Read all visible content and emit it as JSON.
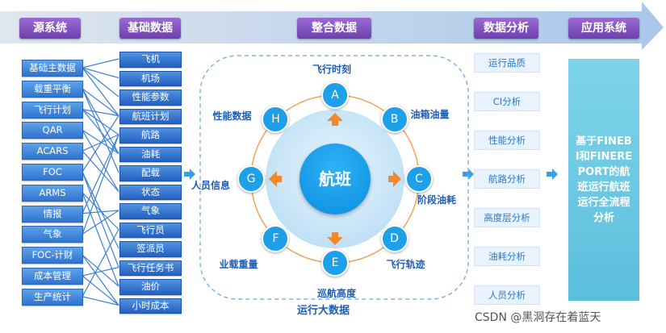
{
  "headers": {
    "source": "源系统",
    "base": "基础数据",
    "integrate": "整合数据",
    "analysis": "数据分析",
    "app": "应用系统"
  },
  "source_systems": [
    "基础主数据",
    "载重平衡",
    "飞行计划",
    "QAR",
    "ACARS",
    "FOC",
    "ARMS",
    "情报",
    "气象",
    "FOC-计财",
    "成本管理",
    "生产统计"
  ],
  "base_data": [
    "飞机",
    "机场",
    "性能参数",
    "航班计划",
    "航路",
    "油耗",
    "配载",
    "状态",
    "气象",
    "飞行员",
    "签派员",
    "飞行任务书",
    "油价",
    "小时成本"
  ],
  "hub": {
    "center": "航班",
    "nodes": [
      {
        "letter": "A",
        "label": "飞行时刻"
      },
      {
        "letter": "B",
        "label": "油箱油量"
      },
      {
        "letter": "C",
        "label": "阶段油耗"
      },
      {
        "letter": "D",
        "label": "飞行轨迹"
      },
      {
        "letter": "E",
        "label": "巡航高度"
      },
      {
        "letter": "F",
        "label": "业载重量"
      },
      {
        "letter": "G",
        "label": "人员信息"
      },
      {
        "letter": "H",
        "label": "性能数据"
      }
    ],
    "footer": "运行大数据"
  },
  "analysis_items": [
    "运行品质",
    "CI分析",
    "性能分析",
    "航路分析",
    "高度层分析",
    "油耗分析",
    "人员分析"
  ],
  "app_text": "基于FINEBI和FINEREPORT的航班运行航班运行全流程分析",
  "watermark": "CSDN @黑洞存在着蓝天",
  "colors": {
    "accent": "#2f74cf",
    "header": "#7a48bc",
    "node": "#1ea0e8",
    "arrow": "#f08a2c"
  }
}
